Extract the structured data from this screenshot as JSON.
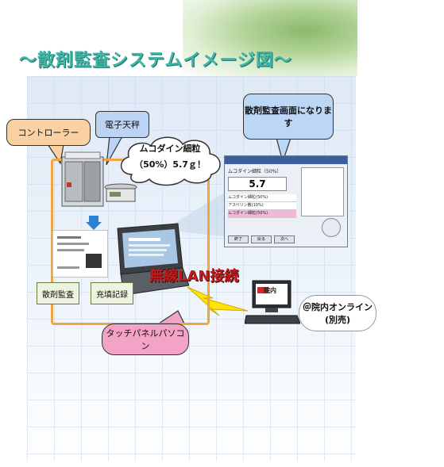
{
  "title": "～散剤監査システムイメージ図～",
  "callouts": {
    "controller": "コントローラー",
    "scale": "電子天秤",
    "screen": "散剤監査画面になります",
    "tablet": "タッチパネルパソコン",
    "online": "＠院内オンライン(別売)"
  },
  "cloud": {
    "line1": "ムコダイン細粒",
    "line2": "（50%）5.7ｇ！"
  },
  "labels": {
    "dispense": "散剤監査",
    "record": "充填記録"
  },
  "wireless": "無線LAN接続",
  "screen": {
    "header": "ムコダイン細粒（50%）",
    "value": "5.7",
    "rows": [
      "ムコダイン細粒(50%)",
      "アスベリン散(10%)",
      "ムコダイン細粒(50%)"
    ],
    "buttons": [
      "終了",
      "戻る",
      "次へ"
    ]
  },
  "pc": {
    "label": "院内"
  },
  "colors": {
    "title": "#3fb6a8",
    "frame": "#f0a545",
    "wireless": "#c41a1a"
  }
}
